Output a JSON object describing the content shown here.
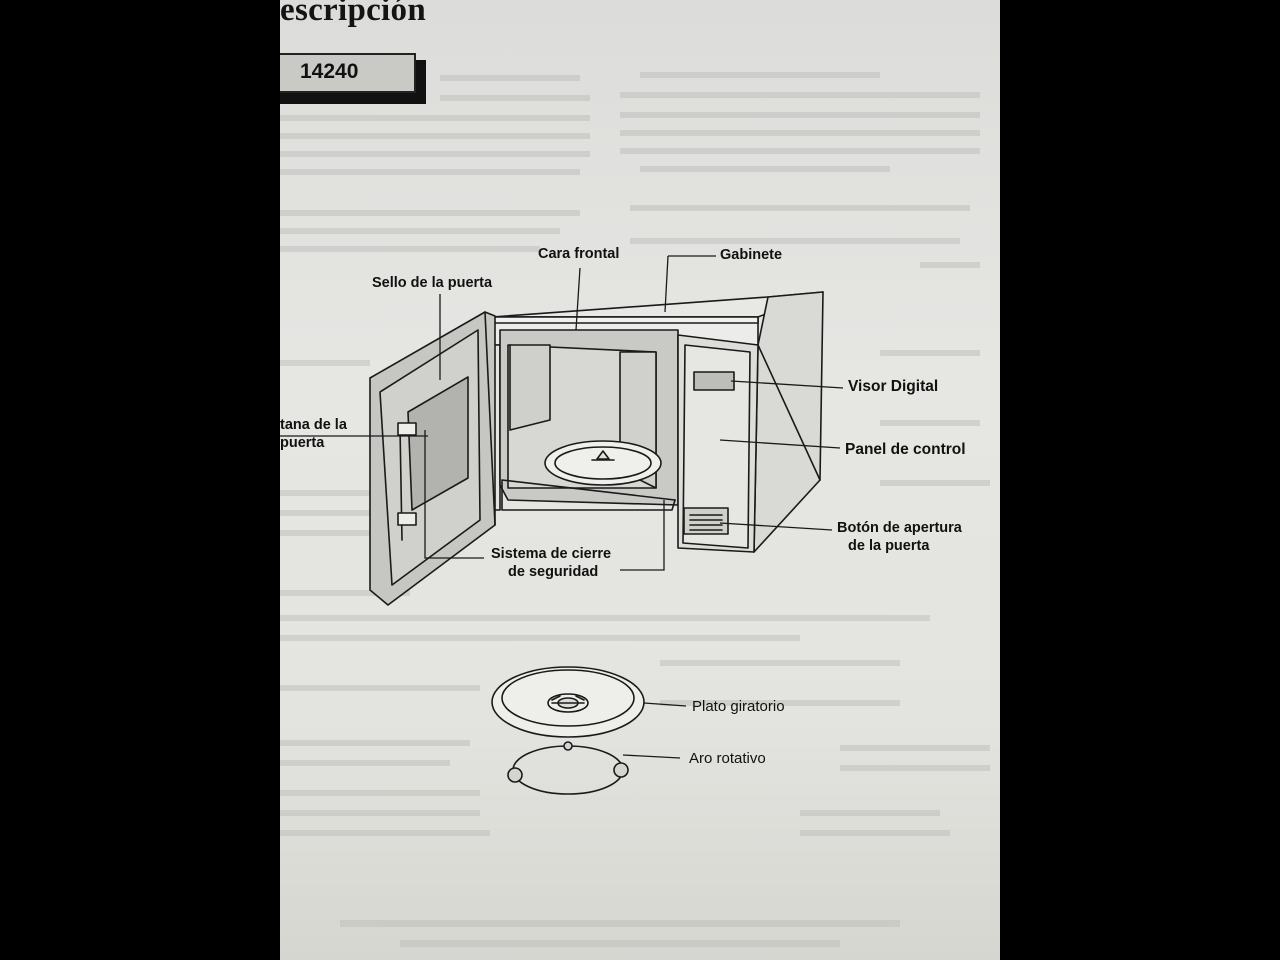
{
  "page": {
    "heading": "escripción",
    "model_number": "14240"
  },
  "labels": {
    "cara_frontal": "Cara frontal",
    "gabinete": "Gabinete",
    "sello_puerta": "Sello de la puerta",
    "visor_digital": "Visor Digital",
    "ventana_line1": "tana de la",
    "ventana_line2": "puerta",
    "panel_control": "Panel de control",
    "boton_line1": "Botón de apertura",
    "boton_line2": "de la puerta",
    "sistema_line1": "Sistema de cierre",
    "sistema_line2": "de seguridad",
    "plato_giratorio": "Plato giratorio",
    "aro_rotativo": "Aro rotativo"
  },
  "colors": {
    "paper": "#e3e3df",
    "ink": "#111111",
    "background": "#000000"
  }
}
